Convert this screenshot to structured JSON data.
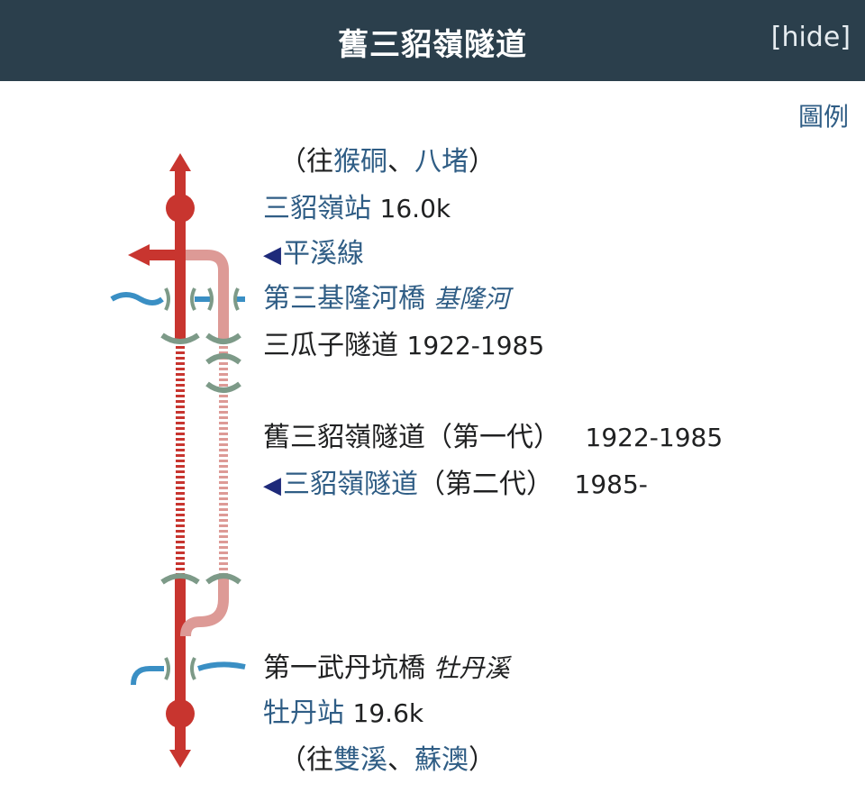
{
  "header": {
    "title": "舊三貂嶺隧道",
    "hide_label": "[hide]"
  },
  "legend_label": "圖例",
  "rows": {
    "r1": {
      "open": "（往",
      "a": "猴硐",
      "sep": "、",
      "b": "八堵",
      "close": "）"
    },
    "r2": {
      "station": "三貂嶺站",
      "km": "16.0k"
    },
    "r3": {
      "arrow": "◀",
      "line": "平溪線"
    },
    "r4": {
      "bridge": "第三基隆河橋",
      "river": "基隆河"
    },
    "r5": {
      "tunnel": "三瓜子隧道",
      "years": "1922-1985"
    },
    "r6": {
      "tunnel": "舊三貂嶺隧道（第一代）",
      "years": "1922-1985"
    },
    "r7": {
      "arrow": "◀",
      "tunnel": "三貂嶺隧道",
      "gen": "（第二代）",
      "years": "1985-"
    },
    "r8": {
      "bridge": "第一武丹坑橋",
      "river": "牡丹溪"
    },
    "r9": {
      "station": "牡丹站",
      "km": "19.6k"
    },
    "r10": {
      "open": "（往",
      "a": "雙溪",
      "sep": "、",
      "b": "蘇澳",
      "close": "）"
    }
  },
  "colors": {
    "header_bg": "#2b3f4c",
    "main_line": "#c8352f",
    "branch_line": "#dd9a96",
    "water": "#3a8fc4",
    "tunnel_portal": "#7d9a88",
    "link": "#2f5d85",
    "arrow": "#1e2a7a"
  }
}
